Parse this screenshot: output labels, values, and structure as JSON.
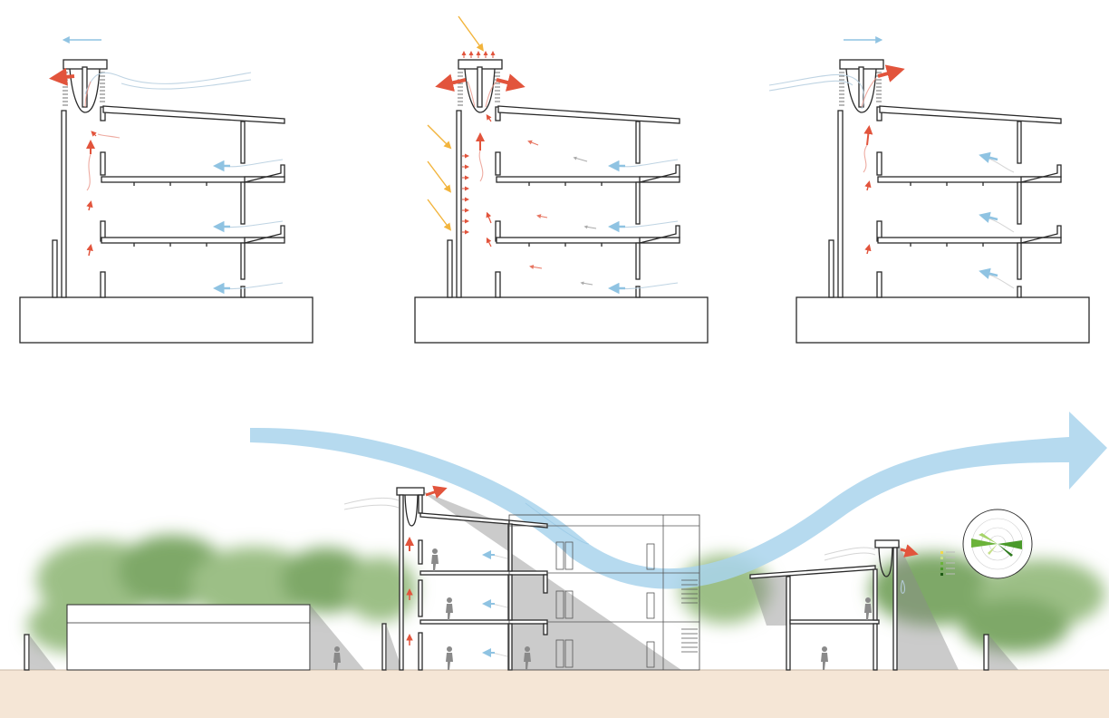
{
  "diagram": {
    "panels": [
      {
        "id": "exhaust-left",
        "wind_direction": "left",
        "sun": false
      },
      {
        "id": "solar-stack",
        "wind_direction": "none",
        "sun": true
      },
      {
        "id": "exhaust-right",
        "wind_direction": "right",
        "sun": false
      }
    ],
    "section": {
      "buildings": [
        "low-block-left",
        "main-building-3-storey",
        "small-building-right"
      ],
      "wind_rose_legend_entries": 5
    },
    "colors": {
      "cool_air": "#a9d4ec",
      "warm_air": "#e2543c",
      "sun_ray": "#f2b43c",
      "ground": "#f5e6d6",
      "shadow": "#8c8c8c",
      "foliage": "#8fb878",
      "wind_rose": "#4a9a2a"
    },
    "icons": [
      "cool-air-arrow-icon",
      "warm-air-arrow-icon",
      "sun-ray-icon",
      "person-icon",
      "wind-rose-icon"
    ]
  }
}
